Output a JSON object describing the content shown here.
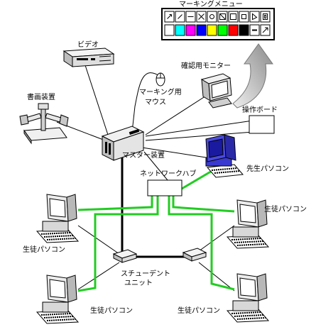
{
  "labels": {
    "menu_title": "マーキングメニュー",
    "video": "ビデオ",
    "document_camera": "書画装置",
    "mouse_line1": "マーキング用",
    "mouse_line2": "マウス",
    "monitor": "確認用モニター",
    "control_board": "操作ボード",
    "master": "マスター装置",
    "network_hub": "ネットワークハブ",
    "teacher_pc": "先生パソコン",
    "student_pc": "生徒パソコン",
    "student_unit_line1": "スチューデント",
    "student_unit_line2": "ユニット"
  },
  "menu": {
    "icons": [
      "arrow-icon",
      "pen-icon",
      "line-icon",
      "eraser-icon",
      "circle-icon",
      "diagonal-box-icon",
      "box-icon",
      "square-icon",
      "pointer-icon",
      "hand-icon"
    ],
    "palette": [
      "#ffffff",
      "#00ffff",
      "#ff00ff",
      "#0000ff",
      "#ffff00",
      "#00ff00",
      "#ff0000",
      "#000000",
      "#ffffff",
      "#ffffff"
    ]
  },
  "colors": {
    "lan_cable": "#22cc22",
    "teacher_pc": "#2222cc",
    "arrow": "#9a9a9a"
  }
}
